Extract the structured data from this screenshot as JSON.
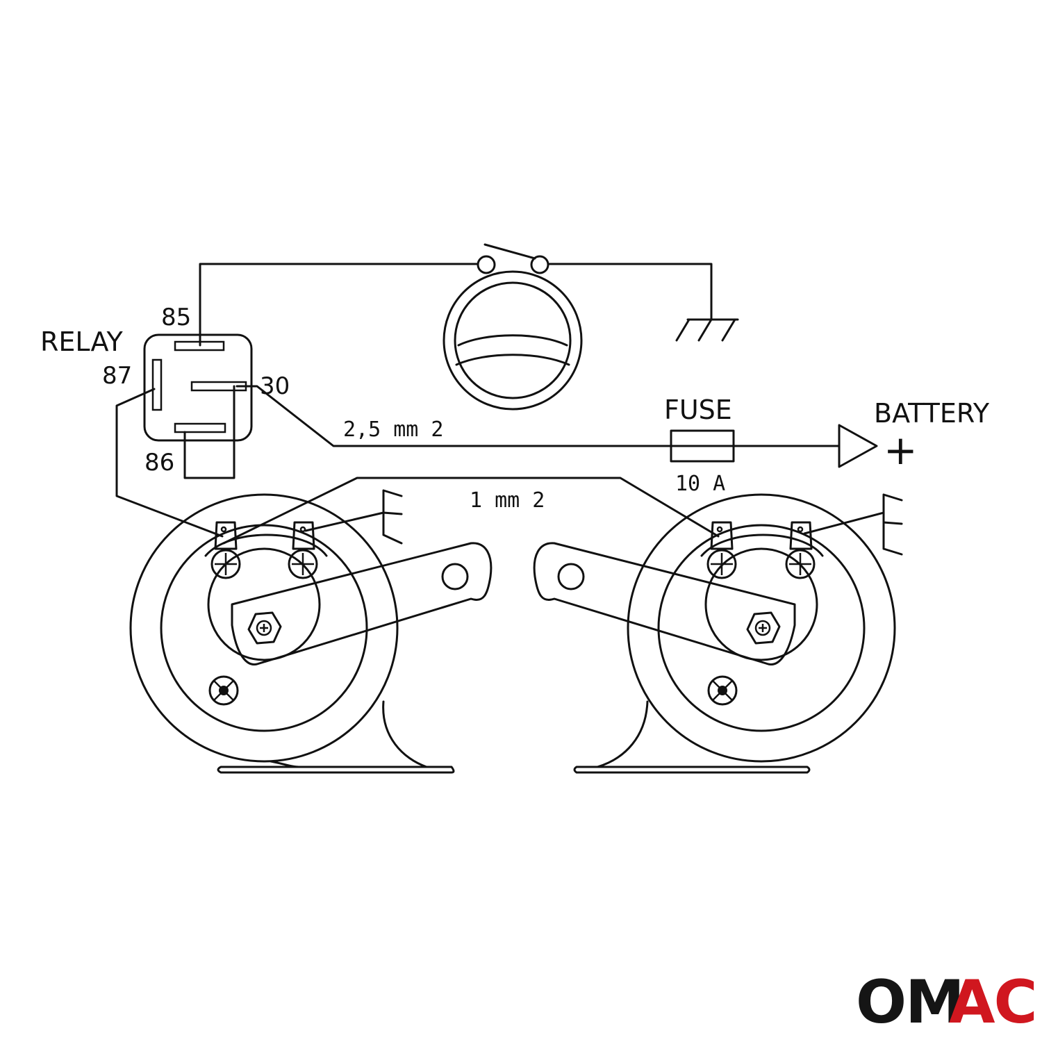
{
  "labels": {
    "relay": "RELAY",
    "pin_85": "85",
    "pin_87": "87",
    "pin_30": "30",
    "pin_86": "86",
    "fuse": "FUSE",
    "fuse_rating": "10 A",
    "battery": "BATTERY",
    "battery_plus": "+",
    "wire_main": "2,5 mm 2",
    "wire_horn": "1 mm 2"
  },
  "logo": {
    "text_dark": "OM",
    "text_red": "AC",
    "colors": {
      "dark": "#151515",
      "red": "#d0171f"
    }
  },
  "icons": [
    "relay-icon",
    "horn-switch-icon",
    "steering-wheel-icon",
    "ground-icon",
    "fuse-icon",
    "battery-terminal-icon",
    "horn-icon"
  ]
}
